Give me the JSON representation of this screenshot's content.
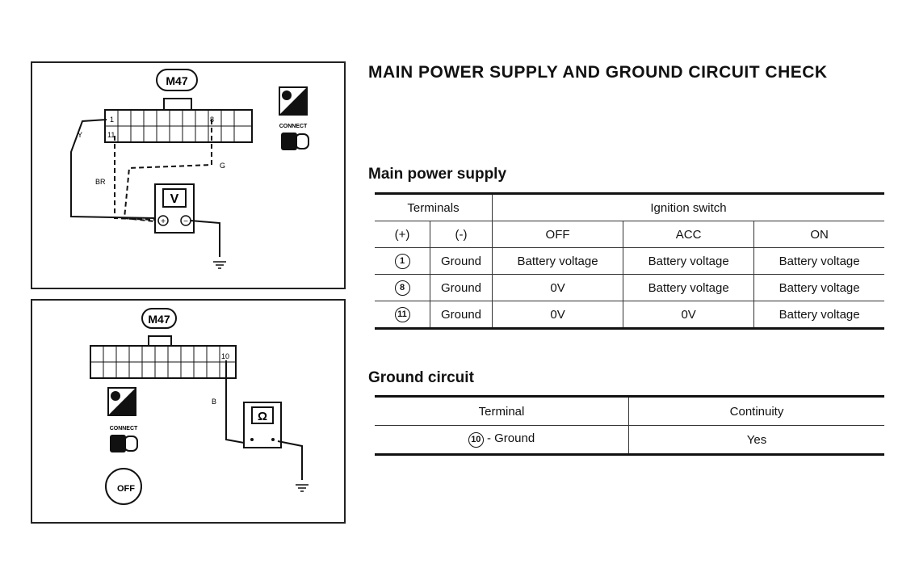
{
  "page_title": "MAIN POWER SUPPLY AND GROUND CIRCUIT CHECK",
  "diagram1": {
    "connector": "M47",
    "pin_1": "1",
    "pin_8": "8",
    "pin_11": "11",
    "wire_y": "Y",
    "wire_br": "BR",
    "wire_g": "G",
    "meter": "V",
    "meter_plus": "+",
    "meter_minus": "−",
    "connect_label": "CONNECT"
  },
  "diagram2": {
    "connector": "M47",
    "pin_10": "10",
    "wire_b": "B",
    "meter": "Ω",
    "connect_label": "CONNECT",
    "key_label": "OFF"
  },
  "main_power": {
    "heading": "Main power supply",
    "terminals_header": "Terminals",
    "ignition_header": "Ignition switch",
    "plus_header": "(+)",
    "minus_header": "(-)",
    "off_header": "OFF",
    "acc_header": "ACC",
    "on_header": "ON",
    "rows": [
      {
        "terminal": "1",
        "minus": "Ground",
        "off": "Battery voltage",
        "acc": "Battery voltage",
        "on": "Battery voltage"
      },
      {
        "terminal": "8",
        "minus": "Ground",
        "off": "0V",
        "acc": "Battery voltage",
        "on": "Battery voltage"
      },
      {
        "terminal": "11",
        "minus": "Ground",
        "off": "0V",
        "acc": "0V",
        "on": "Battery voltage"
      }
    ]
  },
  "ground_circuit": {
    "heading": "Ground circuit",
    "terminal_header": "Terminal",
    "continuity_header": "Continuity",
    "row_terminal_num": "10",
    "row_terminal_suffix": " - Ground",
    "row_continuity": "Yes"
  }
}
